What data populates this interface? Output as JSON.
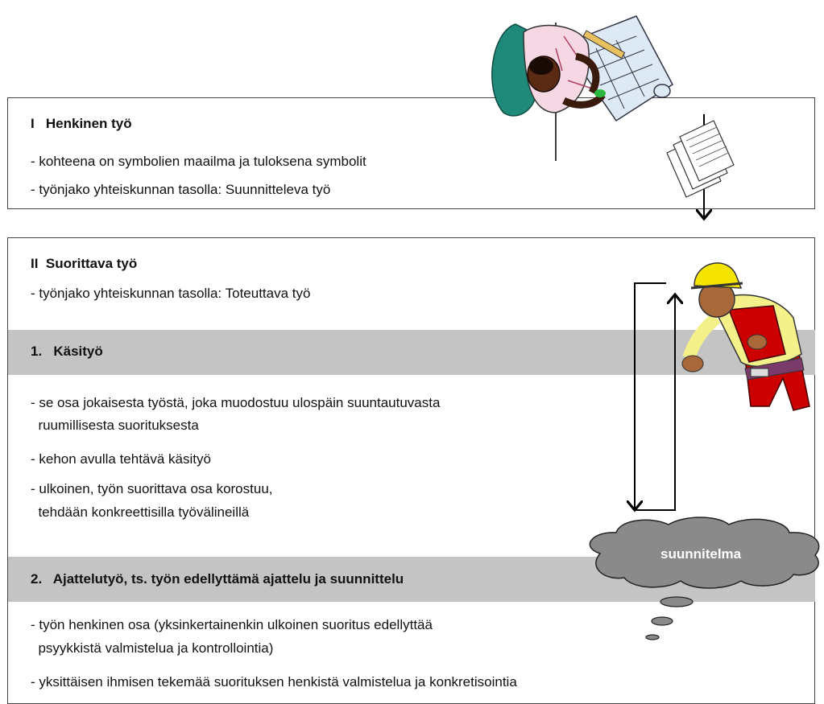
{
  "section1": {
    "heading": "I   Henkinen työ",
    "bullets": [
      "- kohteena on symbolien maailma ja tuloksena symbolit",
      "- työnjako yhteiskunnan tasolla: Suunnitteleva työ"
    ]
  },
  "section2": {
    "heading": "II  Suorittava työ",
    "bullets": [
      "- työnjako yhteiskunnan tasolla: Toteuttava työ"
    ],
    "subsection1": {
      "heading": "1.   Käsityö",
      "bullets": [
        "- se osa jokaisesta työstä, joka muodostuu ulospäin suuntautuvasta",
        "  ruumillisesta suorituksesta",
        "- kehon avulla tehtävä käsityö",
        "- ulkoinen, työn suorittava osa korostuu,",
        "  tehdään konkreettisilla työvälineillä"
      ]
    },
    "subsection2": {
      "heading": "2.   Ajattelutyö, ts. työn edellyttämä ajattelu ja suunnittelu",
      "bullets": [
        "- työn henkinen osa (yksinkertainenkin ulkoinen suoritus edellyttää",
        "  psyykkistä valmistelua ja kontrollointia)",
        "- yksittäisen ihmisen tekemää suorituksen henkistä valmistelua ja konkretisointia"
      ]
    }
  },
  "cloud": {
    "label": "suunnitelma",
    "color": "#8a8a8a"
  },
  "colors": {
    "band": "#c4c4c4",
    "chair": "#1f8a7a",
    "hardhat": "#f5e400",
    "overalls": "#cc0000"
  },
  "icons": [
    "planner-clipart",
    "documents-icon",
    "worker-clipart",
    "thought-cloud"
  ]
}
